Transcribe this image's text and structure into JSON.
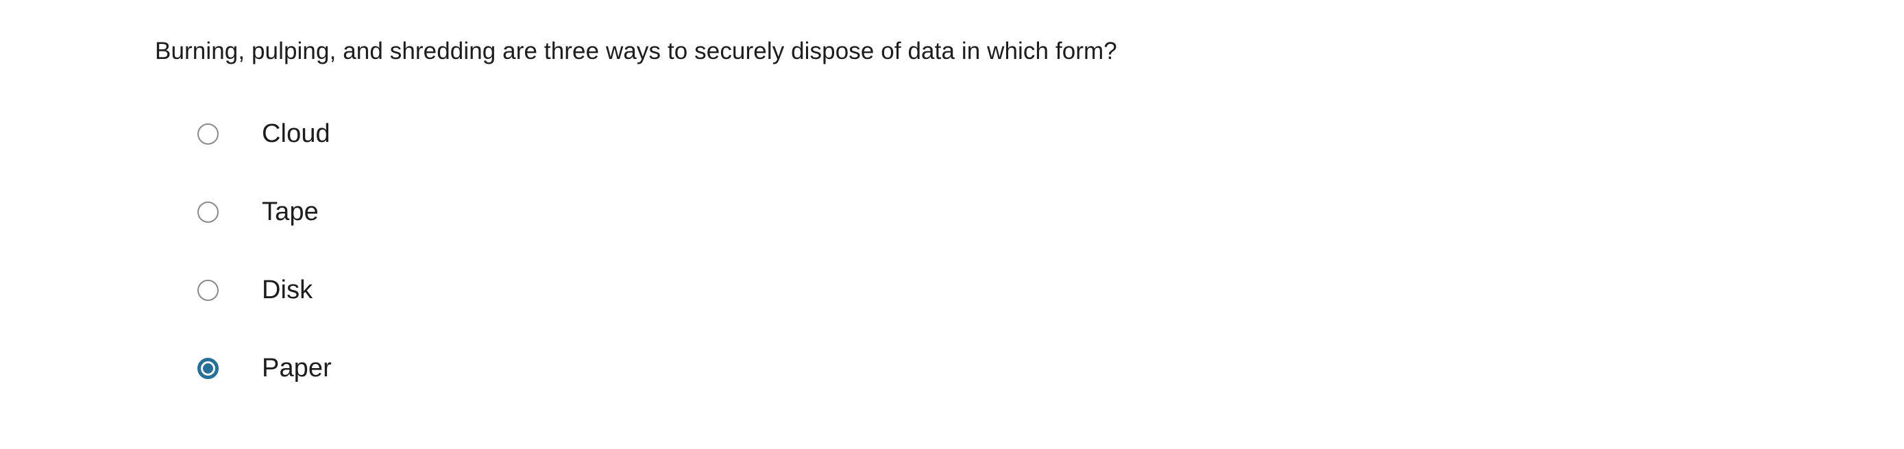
{
  "question": {
    "text": "Burning, pulping, and shredding are three ways to securely dispose of data in which form?"
  },
  "options": [
    {
      "label": "Cloud",
      "selected": false,
      "radio_icon": "radio-unselected-icon"
    },
    {
      "label": "Tape",
      "selected": false,
      "radio_icon": "radio-unselected-icon"
    },
    {
      "label": "Disk",
      "selected": false,
      "radio_icon": "radio-unselected-icon"
    },
    {
      "label": "Paper",
      "selected": true,
      "radio_icon": "radio-selected-icon"
    }
  ],
  "colors": {
    "background": "#ffffff",
    "text": "#1d1d1f",
    "radio_unselected_border": "#8a8a8a",
    "radio_selected_accent": "#24709a"
  }
}
